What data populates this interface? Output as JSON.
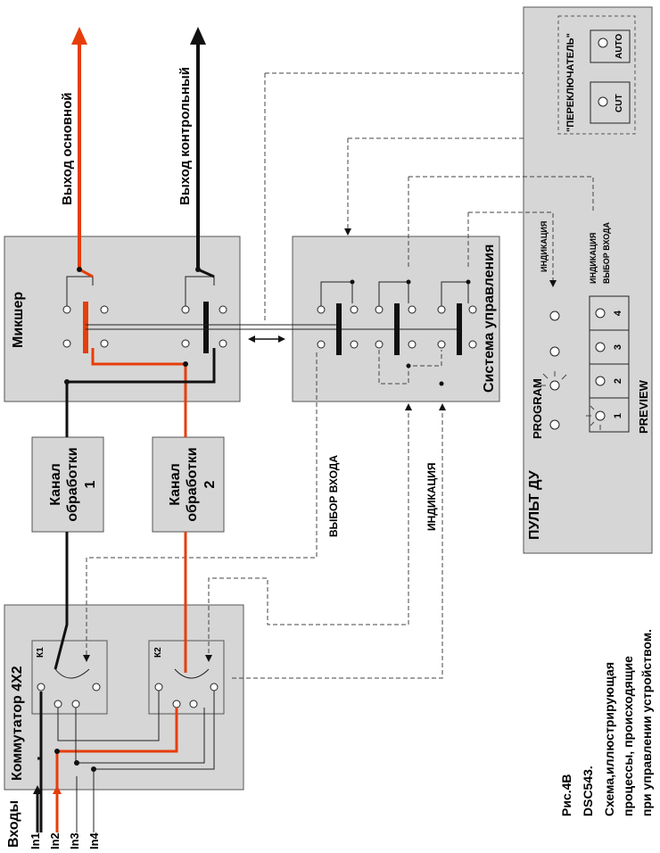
{
  "blocks": {
    "switcher": "Коммутатор 4Х2",
    "k1": "К1",
    "k2": "К2",
    "channel1": [
      "Канал",
      "обработки",
      "1"
    ],
    "channel2": [
      "Канал",
      "обработки",
      "2"
    ],
    "mixer": "Микшер",
    "control_system": "Система управления",
    "remote": "ПУЛЬТ ДУ"
  },
  "outputs": {
    "main": "Выход основной",
    "control": "Выход контрольный"
  },
  "inputs": {
    "title": "Входы",
    "items": [
      "In1",
      "In2",
      "In3",
      "In4"
    ]
  },
  "signals": {
    "input_select": "ВЫБОР ВХОДА",
    "indication": "ИНДИКАЦИЯ"
  },
  "remote_panel": {
    "switch_group": "\"ПЕРЕКЛЮЧАТЕЛЬ\"",
    "auto": "AUTO",
    "cut": "CUT",
    "indication_top": "ИНДИКАЦИЯ",
    "indication_select_1": "ИНДИКАЦИЯ",
    "indication_select_2": "ВЫБОР ВХОДА",
    "program": "PROGRAM",
    "preview": "PREVIEW",
    "buttons": [
      "1",
      "2",
      "3",
      "4"
    ]
  },
  "caption": {
    "fig": "Рис.4В",
    "model": "DSC543.",
    "line1": "Схема,иллюстрирующая",
    "line2": "процессы, происходящие",
    "line3": "при управлении устройством."
  },
  "colors": {
    "main_path": "#e63d0b",
    "control_path": "#111111",
    "block_fill": "#d6d6d6"
  }
}
